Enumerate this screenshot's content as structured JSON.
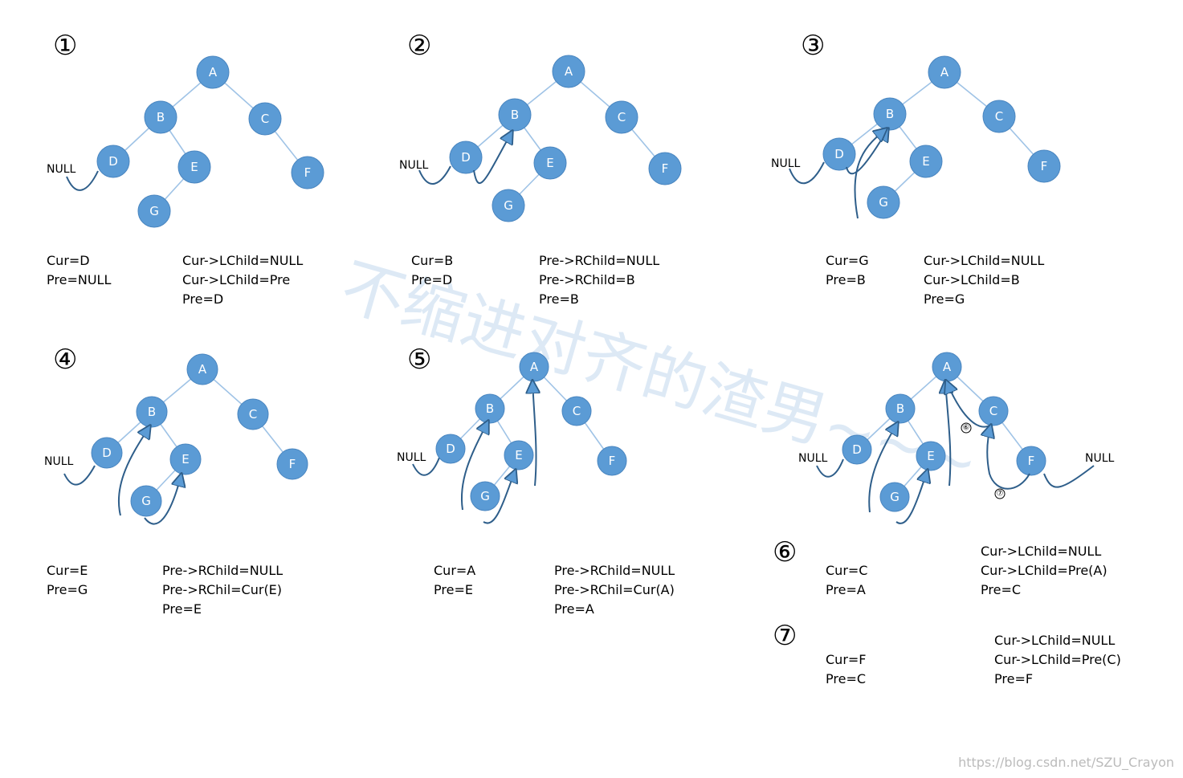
{
  "null_text": "NULL",
  "watermark": "不缩进对齐的渣男~~~",
  "footer": "https://blog.csdn.net/SZU_Crayon",
  "colors": {
    "node": "#5b9bd5",
    "edge": "#9fc3e6",
    "thread": "#2e5e8a"
  },
  "panels": [
    {
      "num": "①",
      "lines_left": [
        "Cur=D",
        "Pre=NULL"
      ],
      "lines_right": [
        "Cur->LChild=NULL",
        "Cur->LChild=Pre",
        "Pre=D"
      ]
    },
    {
      "num": "②",
      "lines_left": [
        "Cur=B",
        "Pre=D"
      ],
      "lines_right": [
        "Pre->RChild=NULL",
        "Pre->RChild=B",
        "Pre=B"
      ]
    },
    {
      "num": "③",
      "lines_left": [
        "Cur=G",
        "Pre=B"
      ],
      "lines_right": [
        "Cur->LChild=NULL",
        "Cur->LChild=B",
        "Pre=G"
      ]
    },
    {
      "num": "④",
      "lines_left": [
        "Cur=E",
        "Pre=G"
      ],
      "lines_right": [
        "Pre->RChild=NULL",
        "Pre->RChil=Cur(E)",
        "Pre=E"
      ]
    },
    {
      "num": "⑤",
      "lines_left": [
        "Cur=A",
        "Pre=E"
      ],
      "lines_right": [
        "Pre->RChild=NULL",
        "Pre->RChil=Cur(A)",
        "Pre=A"
      ]
    },
    {
      "num": "",
      "small_marks": [
        "⑥",
        "⑦"
      ]
    }
  ],
  "steps": [
    {
      "num": "⑥",
      "lines_left": [
        "Cur=C",
        "Pre=A"
      ],
      "lines_right": [
        "Cur->LChild=NULL",
        "Cur->LChild=Pre(A)",
        "Pre=C"
      ]
    },
    {
      "num": "⑦",
      "lines_left": [
        "Cur=F",
        "Pre=C"
      ],
      "lines_right": [
        "Cur->LChild=NULL",
        "Cur->LChild=Pre(C)",
        "Pre=F"
      ]
    }
  ],
  "node_labels": [
    "A",
    "B",
    "C",
    "D",
    "E",
    "F",
    "G"
  ]
}
